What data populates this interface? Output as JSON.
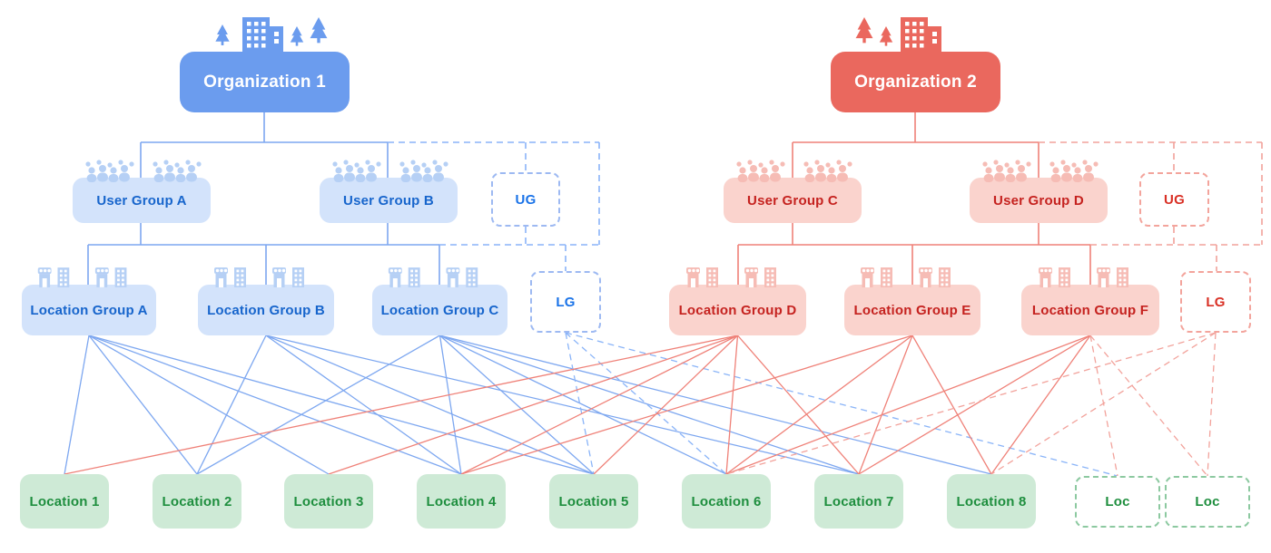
{
  "diagram": {
    "title_hint": "Organization / user group / location group hierarchy diagram",
    "colors": {
      "blue_solid": "#6b9cee",
      "blue_light": "#d3e3fb",
      "blue_text": "#1765cc",
      "blue_line": "#7da7f0",
      "blue_dash": "#8ab4f8",
      "blue_icon": "#b6d0f5",
      "red_solid": "#ea685e",
      "red_light": "#fad3cd",
      "red_text": "#c5221f",
      "red_line": "#ef8178",
      "red_dash": "#f2a29b",
      "red_icon": "#f6bcb5",
      "green_light": "#ceead6",
      "green_text": "#1e8e3e",
      "green_dash": "#8cc9a0"
    },
    "organizations": [
      {
        "id": "org1",
        "label": "Organization 1",
        "theme": "blue",
        "icon": "org-buildings-trees-icon"
      },
      {
        "id": "org2",
        "label": "Organization 2",
        "theme": "red",
        "icon": "org-trees-buildings-icon"
      }
    ],
    "user_groups": [
      {
        "id": "ugA",
        "label": "User Group A",
        "theme": "blue",
        "dashed": false,
        "icon": "people-group-icon"
      },
      {
        "id": "ugB",
        "label": "User Group B",
        "theme": "blue",
        "dashed": false,
        "icon": "people-group-icon"
      },
      {
        "id": "ugXb",
        "label": "UG",
        "theme": "blue",
        "dashed": true,
        "icon": null
      },
      {
        "id": "ugC",
        "label": "User Group C",
        "theme": "red",
        "dashed": false,
        "icon": "people-group-icon"
      },
      {
        "id": "ugD",
        "label": "User Group D",
        "theme": "red",
        "dashed": false,
        "icon": "people-group-icon"
      },
      {
        "id": "ugXr",
        "label": "UG",
        "theme": "red",
        "dashed": true,
        "icon": null
      }
    ],
    "location_groups": [
      {
        "id": "lgA",
        "label": "Location Group A",
        "theme": "blue",
        "dashed": false,
        "icon": "storefronts-icon"
      },
      {
        "id": "lgB",
        "label": "Location Group B",
        "theme": "blue",
        "dashed": false,
        "icon": "storefronts-icon"
      },
      {
        "id": "lgC",
        "label": "Location Group C",
        "theme": "blue",
        "dashed": false,
        "icon": "storefronts-icon"
      },
      {
        "id": "lgXb",
        "label": "LG",
        "theme": "blue",
        "dashed": true,
        "icon": null
      },
      {
        "id": "lgD",
        "label": "Location Group D",
        "theme": "red",
        "dashed": false,
        "icon": "storefronts-icon"
      },
      {
        "id": "lgE",
        "label": "Location Group E",
        "theme": "red",
        "dashed": false,
        "icon": "storefronts-icon"
      },
      {
        "id": "lgF",
        "label": "Location Group F",
        "theme": "red",
        "dashed": false,
        "icon": "storefronts-icon"
      },
      {
        "id": "lgXr",
        "label": "LG",
        "theme": "red",
        "dashed": true,
        "icon": null
      }
    ],
    "locations": [
      {
        "id": "l1",
        "label": "Location 1",
        "theme": "green",
        "dashed": false
      },
      {
        "id": "l2",
        "label": "Location 2",
        "theme": "green",
        "dashed": false
      },
      {
        "id": "l3",
        "label": "Location 3",
        "theme": "green",
        "dashed": false
      },
      {
        "id": "l4",
        "label": "Location 4",
        "theme": "green",
        "dashed": false
      },
      {
        "id": "l5",
        "label": "Location 5",
        "theme": "green",
        "dashed": false
      },
      {
        "id": "l6",
        "label": "Location 6",
        "theme": "green",
        "dashed": false
      },
      {
        "id": "l7",
        "label": "Location 7",
        "theme": "green",
        "dashed": false
      },
      {
        "id": "l8",
        "label": "Location 8",
        "theme": "green",
        "dashed": false
      },
      {
        "id": "locX1",
        "label": "Loc",
        "theme": "green",
        "dashed": true
      },
      {
        "id": "locX2",
        "label": "Loc",
        "theme": "green",
        "dashed": true
      }
    ],
    "edges": [
      {
        "from": "lgA",
        "to": "l1",
        "theme": "blue",
        "style": "solid"
      },
      {
        "from": "lgA",
        "to": "l2",
        "theme": "blue",
        "style": "solid"
      },
      {
        "from": "lgA",
        "to": "l3",
        "theme": "blue",
        "style": "solid"
      },
      {
        "from": "lgA",
        "to": "l4",
        "theme": "blue",
        "style": "solid"
      },
      {
        "from": "lgA",
        "to": "l5",
        "theme": "blue",
        "style": "solid"
      },
      {
        "from": "lgB",
        "to": "l2",
        "theme": "blue",
        "style": "solid"
      },
      {
        "from": "lgB",
        "to": "l4",
        "theme": "blue",
        "style": "solid"
      },
      {
        "from": "lgB",
        "to": "l5",
        "theme": "blue",
        "style": "solid"
      },
      {
        "from": "lgB",
        "to": "l7",
        "theme": "blue",
        "style": "solid"
      },
      {
        "from": "lgC",
        "to": "l2",
        "theme": "blue",
        "style": "solid"
      },
      {
        "from": "lgC",
        "to": "l4",
        "theme": "blue",
        "style": "solid"
      },
      {
        "from": "lgC",
        "to": "l5",
        "theme": "blue",
        "style": "solid"
      },
      {
        "from": "lgC",
        "to": "l6",
        "theme": "blue",
        "style": "solid"
      },
      {
        "from": "lgC",
        "to": "l7",
        "theme": "blue",
        "style": "solid"
      },
      {
        "from": "lgC",
        "to": "l8",
        "theme": "blue",
        "style": "solid"
      },
      {
        "from": "lgXb",
        "to": "l5",
        "theme": "blue",
        "style": "dashed"
      },
      {
        "from": "lgXb",
        "to": "l6",
        "theme": "blue",
        "style": "dashed"
      },
      {
        "from": "lgXb",
        "to": "locX1",
        "theme": "blue",
        "style": "dashed"
      },
      {
        "from": "lgD",
        "to": "l1",
        "theme": "red",
        "style": "solid"
      },
      {
        "from": "lgD",
        "to": "l3",
        "theme": "red",
        "style": "solid"
      },
      {
        "from": "lgD",
        "to": "l4",
        "theme": "red",
        "style": "solid"
      },
      {
        "from": "lgD",
        "to": "l5",
        "theme": "red",
        "style": "solid"
      },
      {
        "from": "lgD",
        "to": "l6",
        "theme": "red",
        "style": "solid"
      },
      {
        "from": "lgD",
        "to": "l7",
        "theme": "red",
        "style": "solid"
      },
      {
        "from": "lgE",
        "to": "l4",
        "theme": "red",
        "style": "solid"
      },
      {
        "from": "lgE",
        "to": "l6",
        "theme": "red",
        "style": "solid"
      },
      {
        "from": "lgE",
        "to": "l7",
        "theme": "red",
        "style": "solid"
      },
      {
        "from": "lgE",
        "to": "l8",
        "theme": "red",
        "style": "solid"
      },
      {
        "from": "lgF",
        "to": "l6",
        "theme": "red",
        "style": "solid"
      },
      {
        "from": "lgF",
        "to": "l7",
        "theme": "red",
        "style": "solid"
      },
      {
        "from": "lgF",
        "to": "l8",
        "theme": "red",
        "style": "solid"
      },
      {
        "from": "lgF",
        "to": "locX1",
        "theme": "red",
        "style": "dashed"
      },
      {
        "from": "lgF",
        "to": "locX2",
        "theme": "red",
        "style": "dashed"
      },
      {
        "from": "lgXr",
        "to": "l6",
        "theme": "red",
        "style": "dashed"
      },
      {
        "from": "lgXr",
        "to": "l8",
        "theme": "red",
        "style": "dashed"
      },
      {
        "from": "lgXr",
        "to": "locX2",
        "theme": "red",
        "style": "dashed"
      }
    ]
  }
}
